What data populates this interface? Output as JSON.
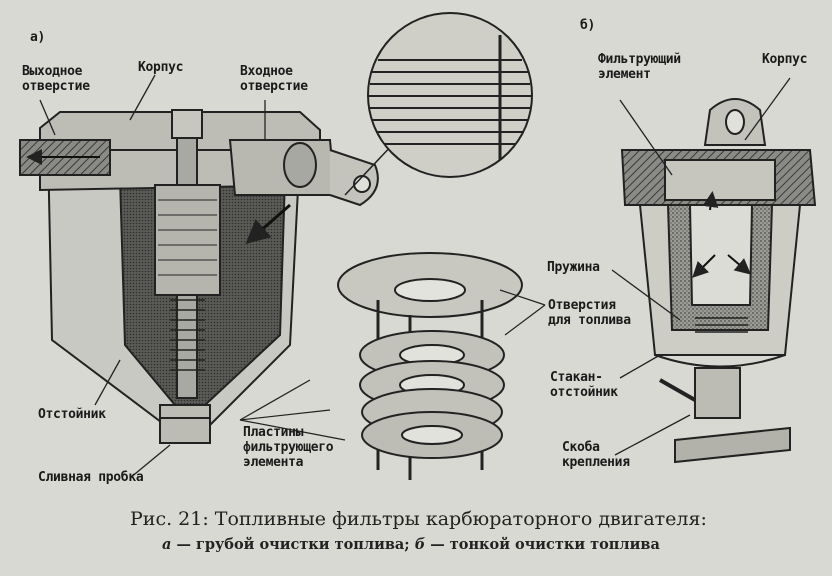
{
  "fig_a": {
    "letter": "а)",
    "labels": {
      "outlet": "Выходное\nотверстие",
      "body": "Корпус",
      "inlet": "Входное\nотверстие",
      "sump": "Отстойник",
      "drain_plug": "Сливная пробка",
      "plates": "Пластины\nфильтрующего\nэлемента",
      "fuel_holes": "Отверстия\nдля топлива"
    }
  },
  "fig_b": {
    "letter": "б)",
    "labels": {
      "element": "Фильтрующий\nэлемент",
      "body": "Корпус",
      "spring": "Пружина",
      "bowl": "Стакан-\nотстойник",
      "bracket": "Скоба\nкрепления"
    }
  },
  "caption": {
    "line1": "Рис. 21: Топливные фильтры карбюраторного двигателя:",
    "a_letter": "а",
    "a_text": " — грубой очистки топлива; ",
    "b_letter": "б",
    "b_text": " — тонкой очистки топлива"
  }
}
